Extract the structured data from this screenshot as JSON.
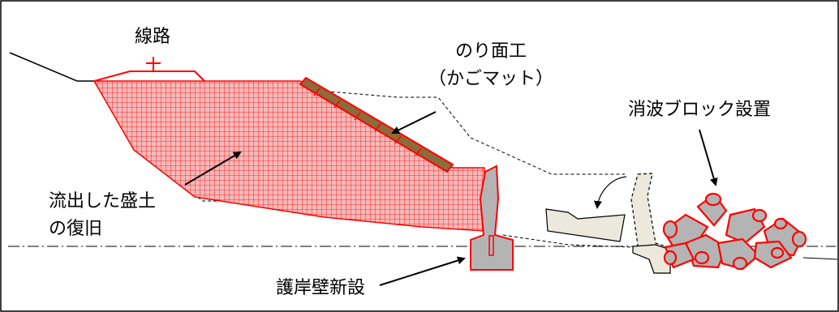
{
  "labels": {
    "track": "線路",
    "slope_work_line1": "のり面工",
    "slope_work_line2": "（かごマット）",
    "wave_block": "消波ブロック設置",
    "embankment_line1": "流出した盛土",
    "embankment_line2": "の復旧",
    "seawall": "護岸壁新設"
  },
  "colors": {
    "restored_fill": "#f2a0a0",
    "restored_edge": "#ff0000",
    "gabion_fill": "#8b6c3b",
    "concrete": "#b4b4b4",
    "old_debris": "#ede8dc",
    "line": "#000000"
  }
}
